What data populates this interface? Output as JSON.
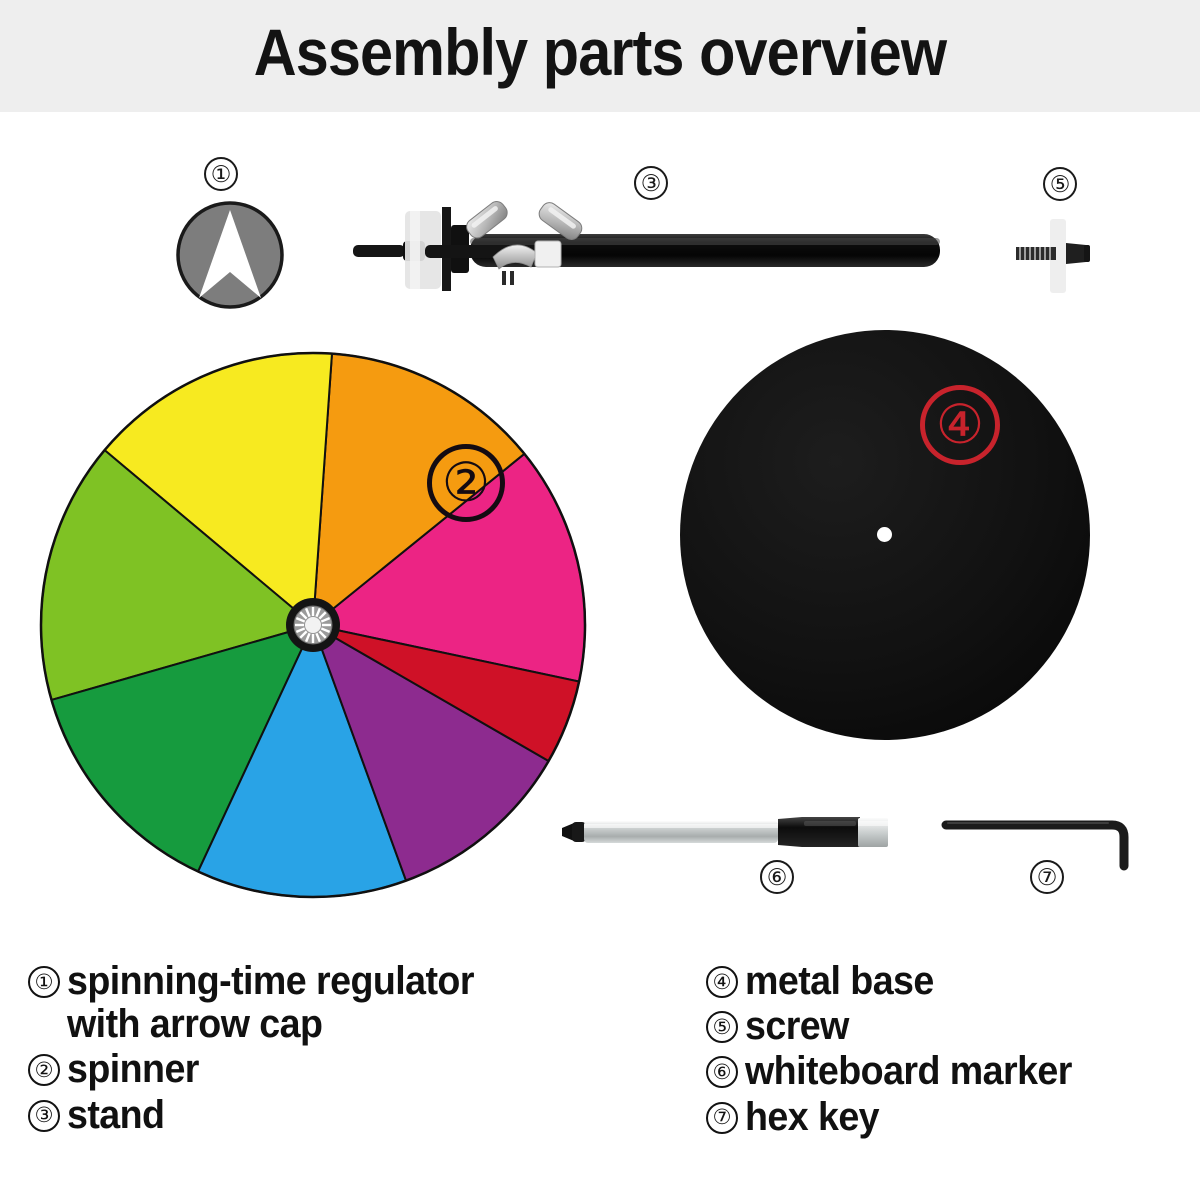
{
  "header": {
    "title": "Assembly parts overview",
    "band_color": "#eeeeee"
  },
  "parts": {
    "arrow_cap": {
      "number": "①",
      "name": "spinning-time regulator with arrow cap",
      "body_color": "#7d7d7d",
      "arrow_color": "#ffffff",
      "outline_color": "#1a1a1a"
    },
    "stand": {
      "number": "③",
      "name": "stand",
      "tube_color": "#111111",
      "hardware_color": "#c9c9c9"
    },
    "screw": {
      "number": "⑤",
      "name": "screw",
      "thread_color": "#2a2a2a",
      "head_color": "#2a2a2a",
      "washer_color": "#e8e8e8"
    },
    "spinner": {
      "number": "②",
      "name": "spinner",
      "hub_ring_color": "#141414",
      "hub_gear_color": "#9a9a9a",
      "segment_outline": "#101010",
      "segments": [
        {
          "label": "pink",
          "color": "#ec2484",
          "start_deg": -12,
          "end_deg": 39
        },
        {
          "label": "orange",
          "color": "#f59b10",
          "start_deg": 39,
          "end_deg": 86
        },
        {
          "label": "yellow",
          "color": "#f7ea20",
          "start_deg": 86,
          "end_deg": 140
        },
        {
          "label": "yellow-green",
          "color": "#7fc224",
          "start_deg": 140,
          "end_deg": 196
        },
        {
          "label": "green",
          "color": "#169b3e",
          "start_deg": 196,
          "end_deg": 245
        },
        {
          "label": "blue",
          "color": "#29a3e6",
          "start_deg": 245,
          "end_deg": 290
        },
        {
          "label": "purple",
          "color": "#8d2b8f",
          "start_deg": 290,
          "end_deg": 330
        },
        {
          "label": "crimson",
          "color": "#cf1127",
          "start_deg": 330,
          "end_deg": 348
        }
      ]
    },
    "metal_base": {
      "number": "④",
      "name": "metal base",
      "disc_color": "#111111",
      "hole_color": "#ffffff",
      "badge_color": "#c8232c"
    },
    "marker": {
      "number": "⑥",
      "name": "whiteboard marker",
      "tip_color": "#141414",
      "barrel_color": "#c2c6c6",
      "grip_color": "#121212",
      "cap_color": "#d9dcdc"
    },
    "hex_key": {
      "number": "⑦",
      "name": "hex key",
      "color": "#1b1b1b"
    }
  },
  "legend": {
    "left": [
      {
        "marker": "①",
        "text": "spinning-time regulator\nwith arrow cap"
      },
      {
        "marker": "②",
        "text": "spinner"
      },
      {
        "marker": "③",
        "text": "stand"
      }
    ],
    "right": [
      {
        "marker": "④",
        "text": "metal base"
      },
      {
        "marker": "⑤",
        "text": "screw"
      },
      {
        "marker": "⑥",
        "text": "whiteboard marker"
      },
      {
        "marker": "⑦",
        "text": "hex key"
      }
    ]
  }
}
